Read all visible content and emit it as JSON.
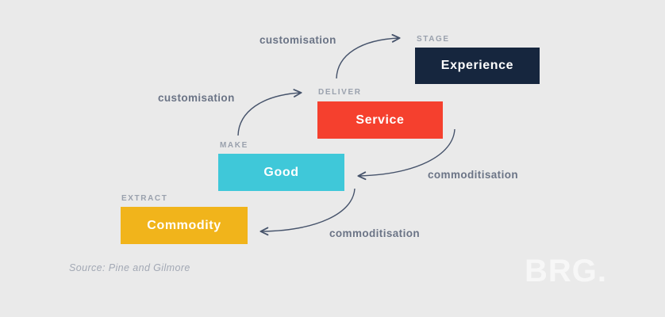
{
  "colors": {
    "background": "#eaeaea",
    "arrow": "#46536b",
    "stage_label": "#9aa1ad",
    "annotation": "#6b7486",
    "source": "#a2a8b4",
    "logo": "#f7f7f7",
    "box_text": "#ffffff"
  },
  "diagram": {
    "steps": [
      {
        "stage_label": "EXTRACT",
        "name": "Commodity",
        "color": "#f1b41b"
      },
      {
        "stage_label": "MAKE",
        "name": "Good",
        "color": "#3fc8d9"
      },
      {
        "stage_label": "DELIVER",
        "name": "Service",
        "color": "#f5402e"
      },
      {
        "stage_label": "STAGE",
        "name": "Experience",
        "color": "#16263e"
      }
    ],
    "annotations": {
      "customisation_upper": "customisation",
      "customisation_lower": "customisation",
      "commoditisation_upper": "commoditisation",
      "commoditisation_lower": "commoditisation"
    },
    "source": "Source: Pine and Gilmore",
    "logo": "BRG."
  }
}
